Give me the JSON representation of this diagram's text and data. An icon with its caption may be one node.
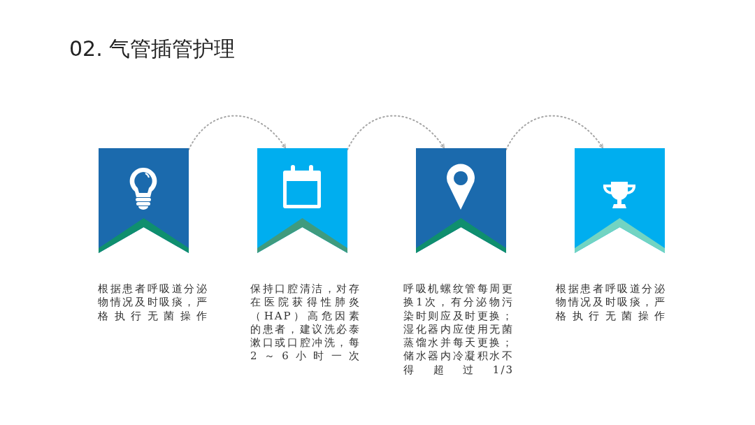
{
  "diagram": {
    "title": "02. 气管插管护理",
    "nodes": [
      {
        "text": [],
        "shape": "banner",
        "beside": [
          "根据患者呼吸道分泌物情况及时吸痰，严格执行无菌操作"
        ]
      },
      {
        "text": [],
        "shape": "banner",
        "beside": [
          "保持口腔清洁，对存在医院获得性肺炎（HAP）高危因素的患者，建议洗必泰漱口或口腔冲洗，每2～6小时一次"
        ]
      },
      {
        "text": [],
        "shape": "banner",
        "beside": [
          "呼吸机螺纹管每周更换1次，有分泌物污染时则应及时更换；湿化器内应使用无菌蒸馏水并每天更换；储水器内冷凝积水不得超过1/3"
        ]
      },
      {
        "text": [],
        "shape": "banner",
        "beside": [
          "根据患者呼吸道分泌物情况及时吸痰，严格执行无菌操作"
        ]
      }
    ],
    "edges": [
      {
        "from": 0,
        "to": 1,
        "arrow": "to",
        "style": "dashed"
      },
      {
        "from": 1,
        "to": 2,
        "arrow": "to",
        "style": "dashed"
      },
      {
        "from": 2,
        "to": 3,
        "arrow": "to",
        "style": "dashed"
      }
    ]
  }
}
